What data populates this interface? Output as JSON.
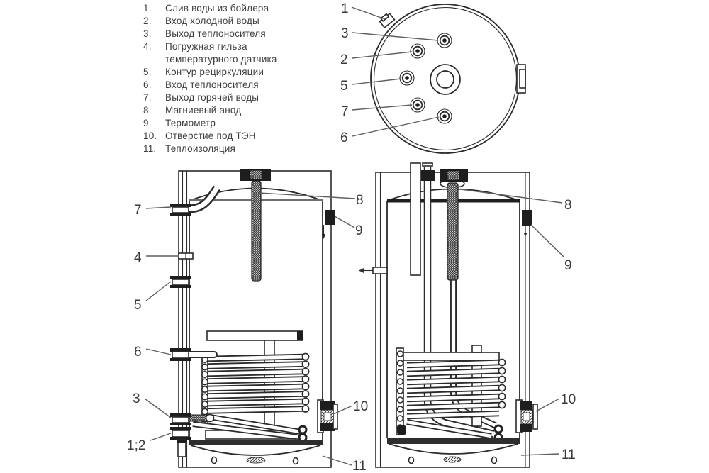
{
  "legend": {
    "items": [
      {
        "num": "1.",
        "text": "Слив воды из бойлера"
      },
      {
        "num": "2.",
        "text": "Вход холодной воды"
      },
      {
        "num": "3.",
        "text": "Выход теплоносителя"
      },
      {
        "num": "4.",
        "text": "Погружная гильза",
        "text2": "температурного датчика"
      },
      {
        "num": "5.",
        "text": "Контур рециркуляции"
      },
      {
        "num": "6.",
        "text": "Вход теплоносителя"
      },
      {
        "num": "7.",
        "text": "Выход горячей воды"
      },
      {
        "num": "8.",
        "text": "Магниевый анод"
      },
      {
        "num": "9.",
        "text": "Термометр"
      },
      {
        "num": "10.",
        "text": "Отверстие под ТЭН"
      },
      {
        "num": "11.",
        "text": "Теплоизоляция"
      }
    ]
  },
  "top_view": {
    "callouts": {
      "n1": "1",
      "n3": "3",
      "n2": "2",
      "n5": "5",
      "n7": "7",
      "n6": "6"
    }
  },
  "left_view": {
    "callouts": {
      "n7": "7",
      "n4": "4",
      "n5": "5",
      "n6": "6",
      "n3": "3",
      "n12": "1;2",
      "n8": "8",
      "n9": "9",
      "n10": "10",
      "n11": "11"
    }
  },
  "right_view": {
    "callouts": {
      "n8": "8",
      "n9": "9",
      "n10": "10",
      "n11": "11"
    }
  },
  "colors": {
    "line": "#2b2b2b",
    "label": "#3a3a3a",
    "background": "#ffffff",
    "seam_gray": "#6e6e6e",
    "dark_fill": "#1e1e1e"
  }
}
